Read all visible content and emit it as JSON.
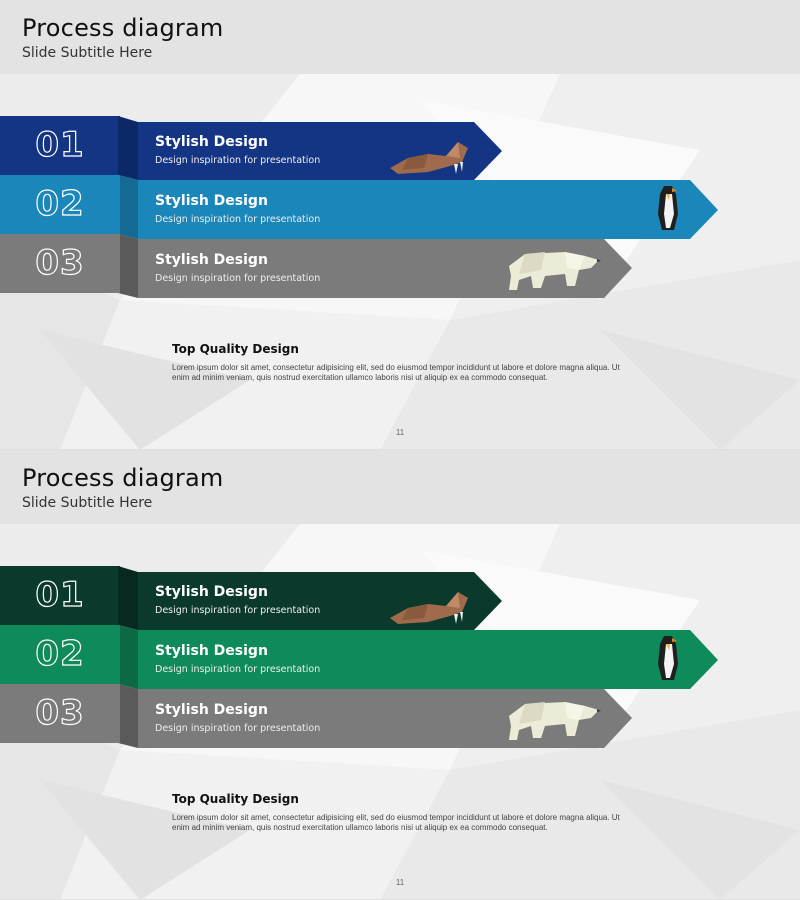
{
  "slides": [
    {
      "title": "Process diagram",
      "subtitle": "Slide Subtitle Here",
      "theme": {
        "c1": "#143584",
        "c2": "#1a86b9",
        "c3": "#7b7b7b",
        "c1_dark": "#0c2866",
        "c2_dark": "#146a94"
      },
      "steps": [
        {
          "number": "01",
          "title": "Stylish Design",
          "description": "Design inspiration for presentation",
          "icon": "walrus-icon"
        },
        {
          "number": "02",
          "title": "Stylish Design",
          "description": "Design inspiration for presentation",
          "icon": "penguin-icon"
        },
        {
          "number": "03",
          "title": "Stylish Design",
          "description": "Design inspiration for presentation",
          "icon": "polar-bear-icon"
        }
      ],
      "body_heading": "Top Quality Design",
      "body_text": "Lorem ipsum dolor sit amet, consectetur adipisicing elit, sed do eiusmod tempor incididunt ut labore et dolore magna aliqua. Ut enim ad minim veniam, quis nostrud exercitation ullamco laboris nisi ut aliquip ex ea commodo consequat.",
      "page_number": "11"
    },
    {
      "title": "Process diagram",
      "subtitle": "Slide Subtitle Here",
      "theme": {
        "c1": "#0b3a2d",
        "c2": "#0f8a5a",
        "c3": "#7b7b7b",
        "c1_dark": "#072a20",
        "c2_dark": "#0b6a45"
      },
      "steps": [
        {
          "number": "01",
          "title": "Stylish Design",
          "description": "Design inspiration for presentation",
          "icon": "walrus-icon"
        },
        {
          "number": "02",
          "title": "Stylish Design",
          "description": "Design inspiration for presentation",
          "icon": "penguin-icon"
        },
        {
          "number": "03",
          "title": "Stylish Design",
          "description": "Design inspiration for presentation",
          "icon": "polar-bear-icon"
        }
      ],
      "body_heading": "Top Quality Design",
      "body_text": "Lorem ipsum dolor sit amet, consectetur adipisicing elit, sed do eiusmod tempor incididunt ut labore et dolore magna aliqua. Ut enim ad minim veniam, quis nostrud exercitation ullamco laboris nisi ut aliquip ex ea commodo consequat.",
      "page_number": "11"
    }
  ]
}
